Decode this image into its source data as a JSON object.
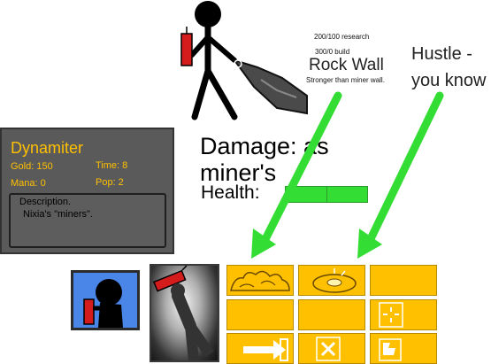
{
  "notes": {
    "research": "200/100 research",
    "build": "300/0 build",
    "upgrade_title": "Rock Wall",
    "upgrade_desc": "Stronger than miner wall.",
    "hustle_line1": "Hustle -",
    "hustle_line2": "you know"
  },
  "unit": {
    "name": "Dynamiter",
    "gold": "Gold: 150",
    "time": "Time: 8",
    "mana": "Mana: 0",
    "pop": "Pop: 2",
    "description_title": "Description.",
    "description_text": "Nixia's \"miners\"."
  },
  "stats": {
    "damage_line1": "Damage: as",
    "damage_line2": "miner's",
    "health_label": "Health:",
    "health_segments": 2
  },
  "colors": {
    "gold_text": "#ffc000",
    "tile": "#ffc000",
    "arrow": "#33dd33",
    "panel": "#5a5a5a",
    "portrait_blue": "#4a86e8"
  },
  "ability_grid": [
    {
      "icon": "rock-pile-icon"
    },
    {
      "icon": "glowing-rock-icon"
    },
    {
      "icon": "empty"
    },
    {
      "icon": "empty"
    },
    {
      "icon": "empty"
    },
    {
      "icon": "target-icon"
    },
    {
      "icon": "arrow-right-icon"
    },
    {
      "icon": "cancel-x-icon"
    },
    {
      "icon": "flag-icon"
    }
  ]
}
